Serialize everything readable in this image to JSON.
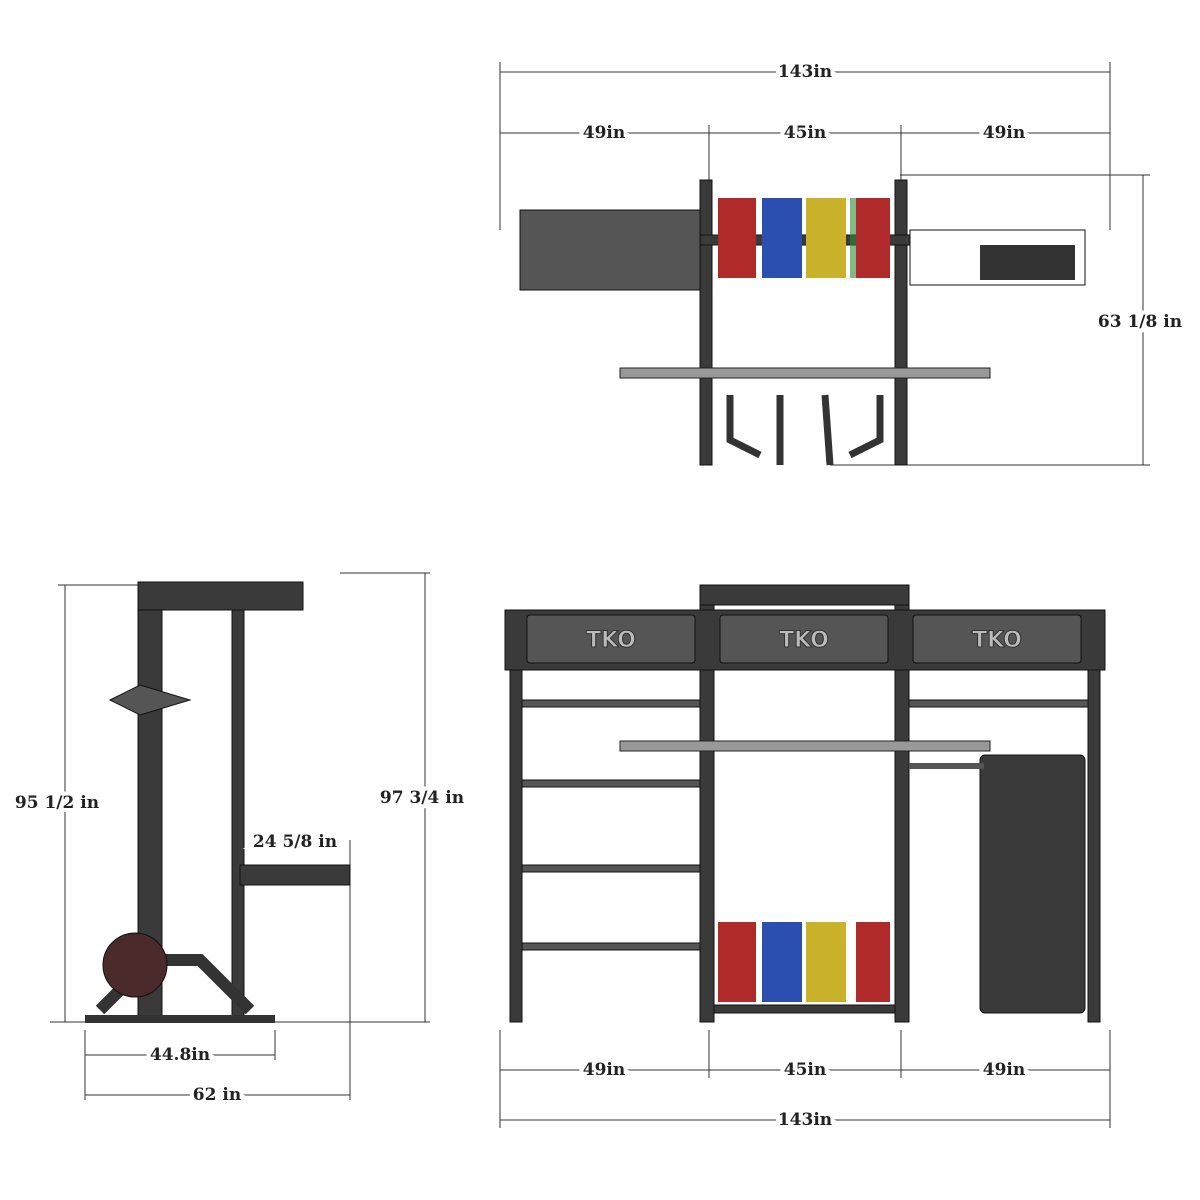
{
  "top_view": {
    "overall_width": "143in",
    "left_bay": "49in",
    "center_bay": "45in",
    "right_bay": "49in",
    "depth": "63 1/8 in"
  },
  "side_view": {
    "height_front": "95 1/2 in",
    "height_total": "97 3/4 in",
    "spotter_arm": "24 5/8 in",
    "base_depth": "44.8in",
    "overall_depth": "62 in"
  },
  "front_view": {
    "logos": [
      "TKO",
      "TKO",
      "TKO"
    ],
    "left_bay": "49in",
    "center_bay": "45in",
    "right_bay": "49in",
    "overall_width": "143in"
  },
  "colors": {
    "frame": "#3a3a3a",
    "plate_red": "#b02a2a",
    "plate_blue": "#2a4fb0",
    "plate_yellow": "#c9b22a",
    "plate_green": "#2e8a3a"
  }
}
